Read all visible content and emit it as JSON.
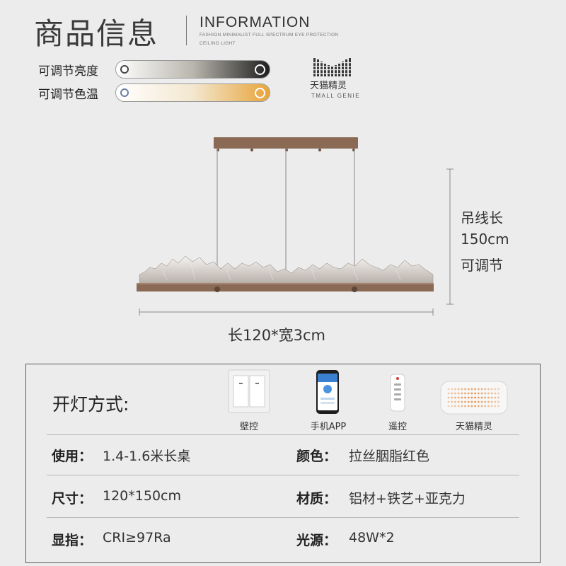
{
  "header": {
    "title_cn": "商品信息",
    "title_en": "INFORMATION",
    "subtitle_line1": "FASHION MINIMALIST FULL SPECTRUM EYE PROTECTION",
    "subtitle_line2": "CEILING LIGHT"
  },
  "sliders": [
    {
      "label": "可调节亮度",
      "gradient": [
        "#ffffff",
        "#b9b6ad",
        "#1e1e1e"
      ]
    },
    {
      "label": "可调节色温",
      "gradient": [
        "#ffffff",
        "#f3e7cf",
        "#e7a43a"
      ]
    }
  ],
  "tmall": {
    "name_cn": "天猫精灵",
    "name_en": "TMALL GENIE"
  },
  "product": {
    "size_label": "长120*宽3cm",
    "hang_line1": "吊线长",
    "hang_line2": "150cm",
    "hang_line3": "可调节"
  },
  "control": {
    "label": "开灯方式:",
    "methods": [
      {
        "label": "壁控",
        "icon": "wall-switch-icon"
      },
      {
        "label": "手机APP",
        "icon": "smartphone-icon"
      },
      {
        "label": "遥控",
        "icon": "remote-control-icon"
      },
      {
        "label": "天猫精灵",
        "icon": "smart-speaker-icon"
      }
    ]
  },
  "specs": [
    {
      "key": "使用：",
      "value": "1.4-1.6米长桌"
    },
    {
      "key": "颜色：",
      "value": "拉丝胭脂红色"
    },
    {
      "key": "尺寸：",
      "value": "120*150cm"
    },
    {
      "key": "材质：",
      "value": "铝材+铁艺+亚克力"
    },
    {
      "key": "显指：",
      "value": "CRI≥97Ra"
    },
    {
      "key": "光源：",
      "value": "48W*2"
    }
  ],
  "colors": {
    "bronze": "#8a6a55",
    "background": "#ececec"
  }
}
